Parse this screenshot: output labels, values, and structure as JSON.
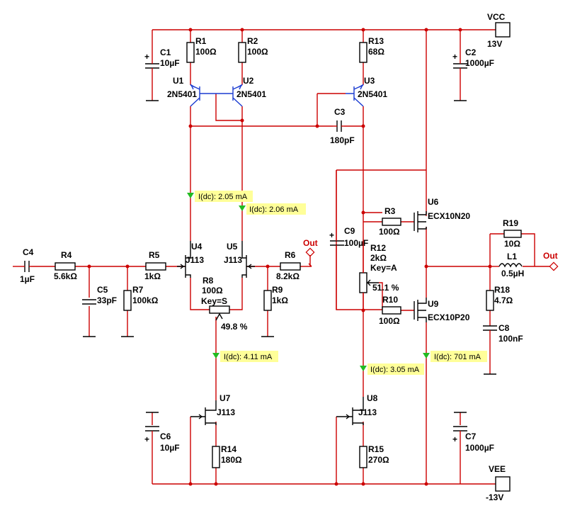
{
  "supply": {
    "vcc_name": "VCC",
    "vcc_value": "13V",
    "vee_name": "VEE",
    "vee_value": "-13V"
  },
  "components": {
    "C1": {
      "ref": "C1",
      "value": "10µF"
    },
    "C2": {
      "ref": "C2",
      "value": "1000µF"
    },
    "C3": {
      "ref": "C3",
      "value": "180pF"
    },
    "C4": {
      "ref": "C4",
      "value": "1µF"
    },
    "C5": {
      "ref": "C5",
      "value": "33pF"
    },
    "C6": {
      "ref": "C6",
      "value": "10µF"
    },
    "C7": {
      "ref": "C7",
      "value": "1000µF"
    },
    "C8": {
      "ref": "C8",
      "value": "100nF"
    },
    "C9": {
      "ref": "C9",
      "value": "100µF"
    },
    "R1": {
      "ref": "R1",
      "value": "100Ω"
    },
    "R2": {
      "ref": "R2",
      "value": "100Ω"
    },
    "R3": {
      "ref": "R3",
      "value": "100Ω"
    },
    "R4": {
      "ref": "R4",
      "value": "5.6kΩ"
    },
    "R5": {
      "ref": "R5",
      "value": "1kΩ"
    },
    "R6": {
      "ref": "R6",
      "value": "8.2kΩ"
    },
    "R7": {
      "ref": "R7",
      "value": "100kΩ"
    },
    "R8": {
      "ref": "R8",
      "value": "100Ω",
      "key": "Key=S",
      "setting": "49.8 %"
    },
    "R9": {
      "ref": "R9",
      "value": "1kΩ"
    },
    "R10": {
      "ref": "R10",
      "value": "100Ω"
    },
    "R12": {
      "ref": "R12",
      "value": "2kΩ",
      "key": "Key=A",
      "setting": "51.1 %"
    },
    "R13": {
      "ref": "R13",
      "value": "68Ω"
    },
    "R14": {
      "ref": "R14",
      "value": "180Ω"
    },
    "R15": {
      "ref": "R15",
      "value": "270Ω"
    },
    "R18": {
      "ref": "R18",
      "value": "4.7Ω"
    },
    "R19": {
      "ref": "R19",
      "value": "10Ω"
    },
    "L1": {
      "ref": "L1",
      "value": "0.5µH"
    },
    "U1": {
      "ref": "U1",
      "part": "2N5401"
    },
    "U2": {
      "ref": "U2",
      "part": "2N5401"
    },
    "U3": {
      "ref": "U3",
      "part": "2N5401"
    },
    "U4": {
      "ref": "U4",
      "part": "J113"
    },
    "U5": {
      "ref": "U5",
      "part": "J113"
    },
    "U6": {
      "ref": "U6",
      "part": "ECX10N20"
    },
    "U7": {
      "ref": "U7",
      "part": "J113"
    },
    "U8": {
      "ref": "U8",
      "part": "J113"
    },
    "U9": {
      "ref": "U9",
      "part": "ECX10P20"
    }
  },
  "probes": {
    "p1": "I(dc): 2.05 mA",
    "p2": "I(dc): 2.06 mA",
    "p3": "I(dc): 4.11 mA",
    "p4": "I(dc): 3.05 mA",
    "p5": "I(dc): 701 mA"
  },
  "ports": {
    "out_mid": "Out",
    "out_right": "Out"
  },
  "colors": {
    "wire": "#cc0000",
    "component": "#000000",
    "probe_bg": "#ffff99",
    "probe_arrow": "#22bb22",
    "bjt_base": "#1a3bd1"
  }
}
